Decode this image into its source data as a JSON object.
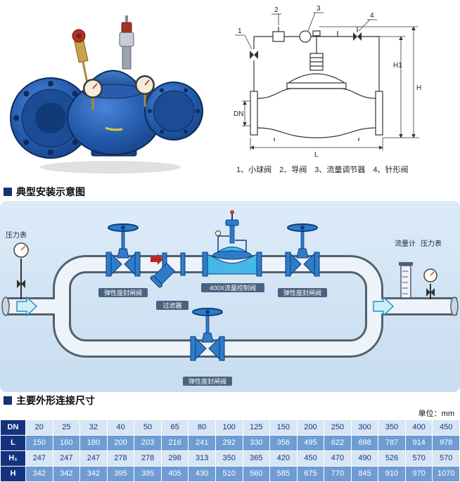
{
  "sections": {
    "install_title": "典型安装示意图",
    "dims_title": "主要外形连接尺寸",
    "unit_label": "单位：mm"
  },
  "drawing": {
    "callouts": [
      "1",
      "2",
      "3",
      "4"
    ],
    "dims": {
      "h1": "H1",
      "h": "H",
      "dn": "DN",
      "l": "L"
    },
    "caption": "1、小球阀　2、导阀　3、流量调节器　4、针形阀"
  },
  "install_labels": {
    "pressure_gauge_left": "压力表",
    "gate_valve_left": "弹性座封闸阀",
    "strainer": "过滤器",
    "control_valve": "400X流量控制阀",
    "gate_valve_right": "弹性座封闸阀",
    "gate_valve_bottom": "弹性座封闸阀",
    "flow_meter": "流量计",
    "pressure_gauge_right": "压力表"
  },
  "table": {
    "rows": [
      {
        "header": "DN",
        "values": [
          20,
          25,
          32,
          40,
          50,
          65,
          80,
          100,
          125,
          150,
          200,
          250,
          300,
          350,
          400,
          450
        ]
      },
      {
        "header": "L",
        "values": [
          150,
          160,
          180,
          200,
          203,
          216,
          241,
          292,
          330,
          356,
          495,
          622,
          698,
          787,
          914,
          978
        ]
      },
      {
        "header": "H₁",
        "values": [
          247,
          247,
          247,
          278,
          278,
          298,
          313,
          350,
          365,
          420,
          450,
          470,
          490,
          526,
          570,
          570
        ]
      },
      {
        "header": "H",
        "values": [
          342,
          342,
          342,
          395,
          395,
          405,
          430,
          510,
          560,
          585,
          675,
          770,
          845,
          910,
          970,
          1070
        ]
      }
    ]
  },
  "colors": {
    "accent": "#14337f",
    "row_light": "#d7e5f4",
    "row_dark": "#6e9cd3",
    "panel": "#cfe2f2"
  }
}
